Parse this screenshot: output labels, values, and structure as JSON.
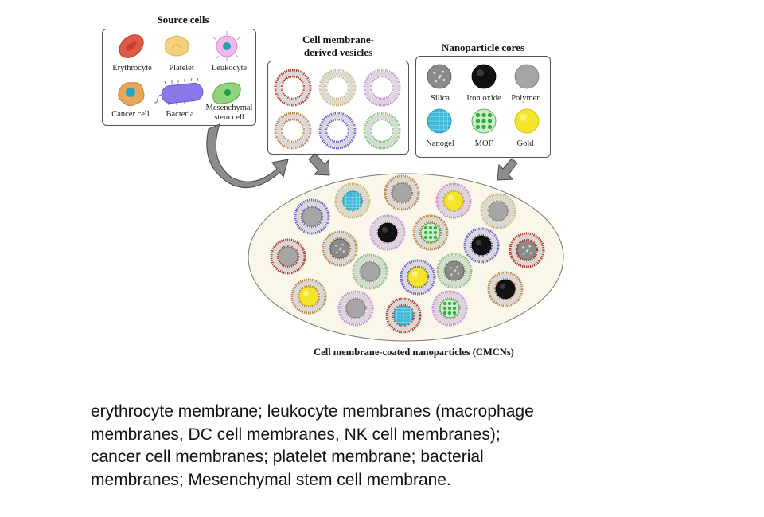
{
  "figure": {
    "source_cells": {
      "title": "Source cells",
      "items": [
        {
          "label": "Erythrocyte",
          "icon": "erythrocyte-icon",
          "color": "#e05a48"
        },
        {
          "label": "Platelet",
          "icon": "platelet-icon",
          "color": "#f5d27a"
        },
        {
          "label": "Leukocyte",
          "icon": "leukocyte-icon",
          "color": "#f2b8ee"
        },
        {
          "label": "Cancer cell",
          "icon": "cancer-cell-icon",
          "color": "#e8a65a"
        },
        {
          "label": "Bacteria",
          "icon": "bacteria-icon",
          "color": "#8b78e8"
        },
        {
          "label": "Mesenchymal stem cell",
          "label_lines": [
            "Mesenchymal",
            "stem cell"
          ],
          "icon": "stem-cell-icon",
          "color": "#8fd47a"
        }
      ]
    },
    "vesicles": {
      "title_lines": [
        "Cell membrane-",
        "derived vesicles"
      ],
      "colors": [
        "#b03a2e",
        "#c9b77a",
        "#c88ed6",
        "#b5834e",
        "#6a5ad0",
        "#7fbf72"
      ]
    },
    "cores": {
      "title": "Nanoparticle cores",
      "items": [
        {
          "label": "Silica",
          "icon": "silica-core-icon",
          "color": "#8a8a8a"
        },
        {
          "label": "Iron oxide",
          "icon": "iron-oxide-core-icon",
          "color": "#111111"
        },
        {
          "label": "Polymer",
          "icon": "polymer-core-icon",
          "color": "#a8a8a8"
        },
        {
          "label": "Nanogel",
          "icon": "nanogel-core-icon",
          "color": "#3fb8d8"
        },
        {
          "label": "MOF",
          "icon": "mof-core-icon",
          "color": "#4fbf5a"
        },
        {
          "label": "Gold",
          "icon": "gold-core-icon",
          "color": "#f5e52a"
        }
      ]
    },
    "cmcn": {
      "title": "Cell membrane-coated nanoparticles (CMCNs)",
      "background": "#fbf6ea",
      "particles": [
        {
          "membrane": "#6a5ad0",
          "core": "polymer"
        },
        {
          "membrane": "#c9b77a",
          "core": "nanogel"
        },
        {
          "membrane": "#b5834e",
          "core": "polymer"
        },
        {
          "membrane": "#c88ed6",
          "core": "gold"
        },
        {
          "membrane": "#c9b77a",
          "core": "polymer"
        },
        {
          "membrane": "#c88ed6",
          "core": "iron"
        },
        {
          "membrane": "#b5834e",
          "core": "mof"
        },
        {
          "membrane": "#b5834e",
          "core": "silica"
        },
        {
          "membrane": "#6a5ad0",
          "core": "iron"
        },
        {
          "membrane": "#b03a2e",
          "core": "polymer"
        },
        {
          "membrane": "#b03a2e",
          "core": "silica"
        },
        {
          "membrane": "#7fbf72",
          "core": "polymer"
        },
        {
          "membrane": "#6a5ad0",
          "core": "gold"
        },
        {
          "membrane": "#7fbf72",
          "core": "silica"
        },
        {
          "membrane": "#b5834e",
          "core": "iron"
        },
        {
          "membrane": "#b5834e",
          "core": "gold"
        },
        {
          "membrane": "#c88ed6",
          "core": "polymer"
        },
        {
          "membrane": "#b03a2e",
          "core": "nanogel"
        },
        {
          "membrane": "#c88ed6",
          "core": "mof"
        }
      ]
    }
  },
  "caption": {
    "lines": [
      "erythrocyte membrane; leukocyte membranes (macrophage",
      "membranes, DC cell membranes, NK cell membranes);",
      "cancer cell membranes; platelet membrane; bacterial",
      "membranes; Mesenchymal stem cell membrane."
    ]
  }
}
